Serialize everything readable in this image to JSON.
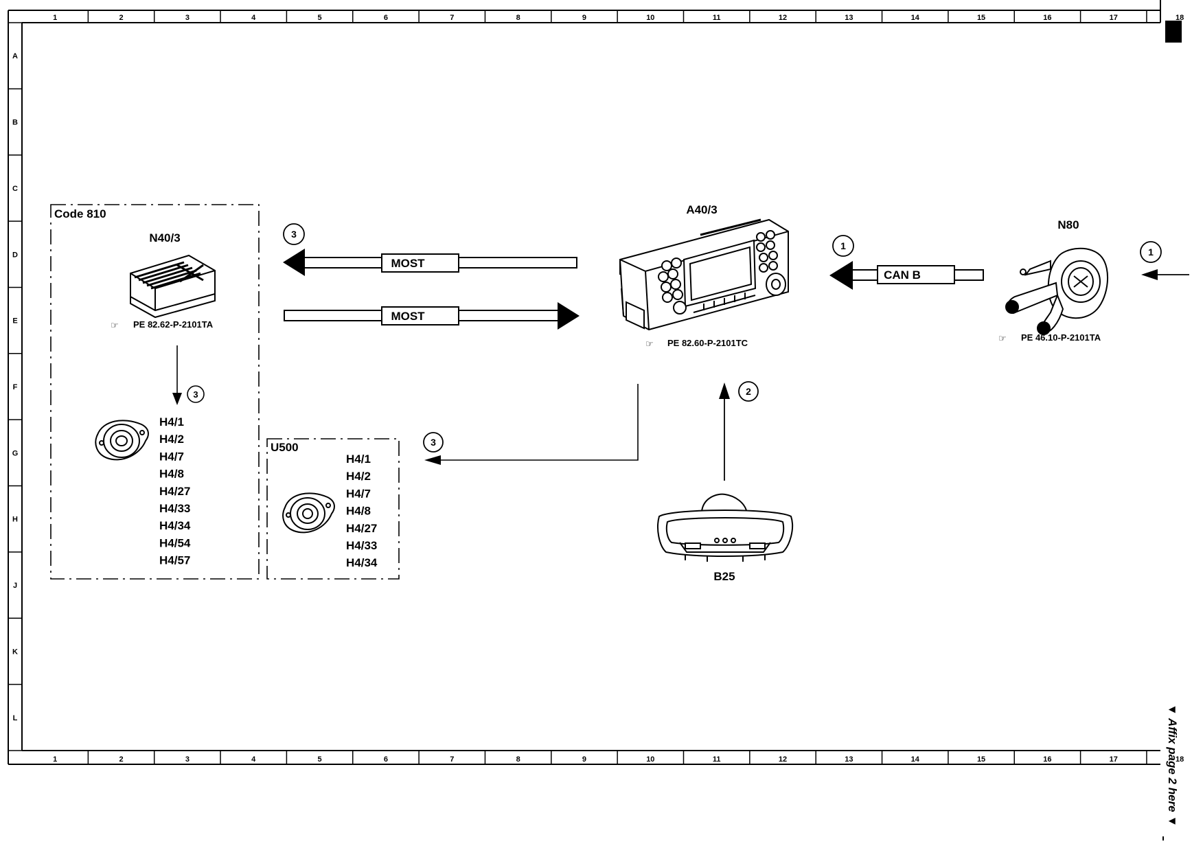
{
  "frame": {
    "columns": [
      "1",
      "2",
      "3",
      "4",
      "5",
      "6",
      "7",
      "8",
      "9",
      "10",
      "11",
      "12",
      "13",
      "14",
      "15",
      "16",
      "17",
      "18"
    ],
    "rows": [
      "A",
      "B",
      "C",
      "D",
      "E",
      "F",
      "G",
      "H",
      "J",
      "K",
      "L"
    ],
    "affix_note": "▼ Affix page 2 here ▼"
  },
  "groups": {
    "code810": {
      "title": "Code 810"
    },
    "u500": {
      "title": "U500"
    }
  },
  "components": {
    "n40_3": {
      "label": "N40/3",
      "ref": "PE 82.62-P-2101TA"
    },
    "a40_3": {
      "label": "A40/3",
      "ref": "PE 82.60-P-2101TC"
    },
    "n80": {
      "label": "N80",
      "ref": "PE 46.10-P-2101TA"
    },
    "b25": {
      "label": "B25"
    }
  },
  "speakers_code810": [
    "H4/1",
    "H4/2",
    "H4/7",
    "H4/8",
    "H4/27",
    "H4/33",
    "H4/34",
    "H4/54",
    "H4/57"
  ],
  "speakers_u500": [
    "H4/1",
    "H4/2",
    "H4/7",
    "H4/8",
    "H4/27",
    "H4/33",
    "H4/34"
  ],
  "buses": {
    "most_top": "MOST",
    "most_bottom": "MOST",
    "can_b": "CAN B"
  },
  "markers": {
    "m_most": "3",
    "m_n40_spk": "3",
    "m_u500": "3",
    "m_b25": "2",
    "m_canb": "1",
    "m_right": "1"
  }
}
